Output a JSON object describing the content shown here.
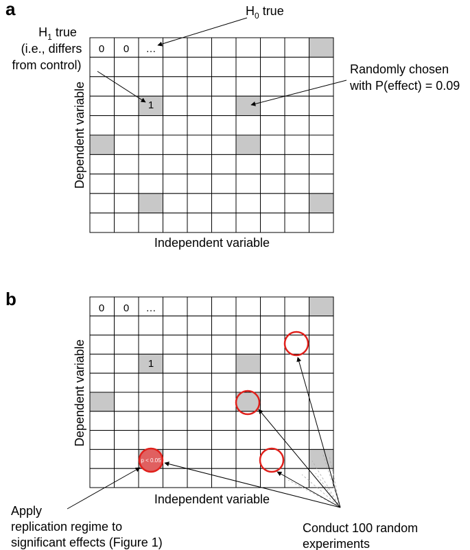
{
  "panel_a": {
    "label": "a",
    "h0": {
      "main": "H",
      "sub": "0",
      "rest": " true"
    },
    "h1": {
      "line1_main": "H",
      "line1_sub": "1",
      "line1_rest": " true",
      "line2": "(i.e., differs",
      "line3": "from control)"
    },
    "random": {
      "line1": "Randomly chosen",
      "line2": "with P(effect) = 0.09"
    },
    "ylabel": "Dependent variable",
    "xlabel": "Independent variable",
    "cells": {
      "c0": "0",
      "c1": "0",
      "c2": "…",
      "one": "1"
    }
  },
  "panel_b": {
    "label": "b",
    "ylabel": "Dependent variable",
    "xlabel": "Independent variable",
    "cells": {
      "c0": "0",
      "c1": "0",
      "c2": "…",
      "one": "1"
    },
    "pval": "p < 0.05",
    "apply": {
      "line1": "Apply",
      "line2": "replication regime to",
      "line3": "significant effects (Figure 1)"
    },
    "conduct": {
      "line1": "Conduct 100 random",
      "line2": "experiments"
    }
  },
  "grid": {
    "rows": 10,
    "cols": 10
  },
  "colors": {
    "shaded": "#c8c8c8",
    "circle": "#e0201b",
    "hit_fill": "#e06060",
    "line": "#000000"
  }
}
